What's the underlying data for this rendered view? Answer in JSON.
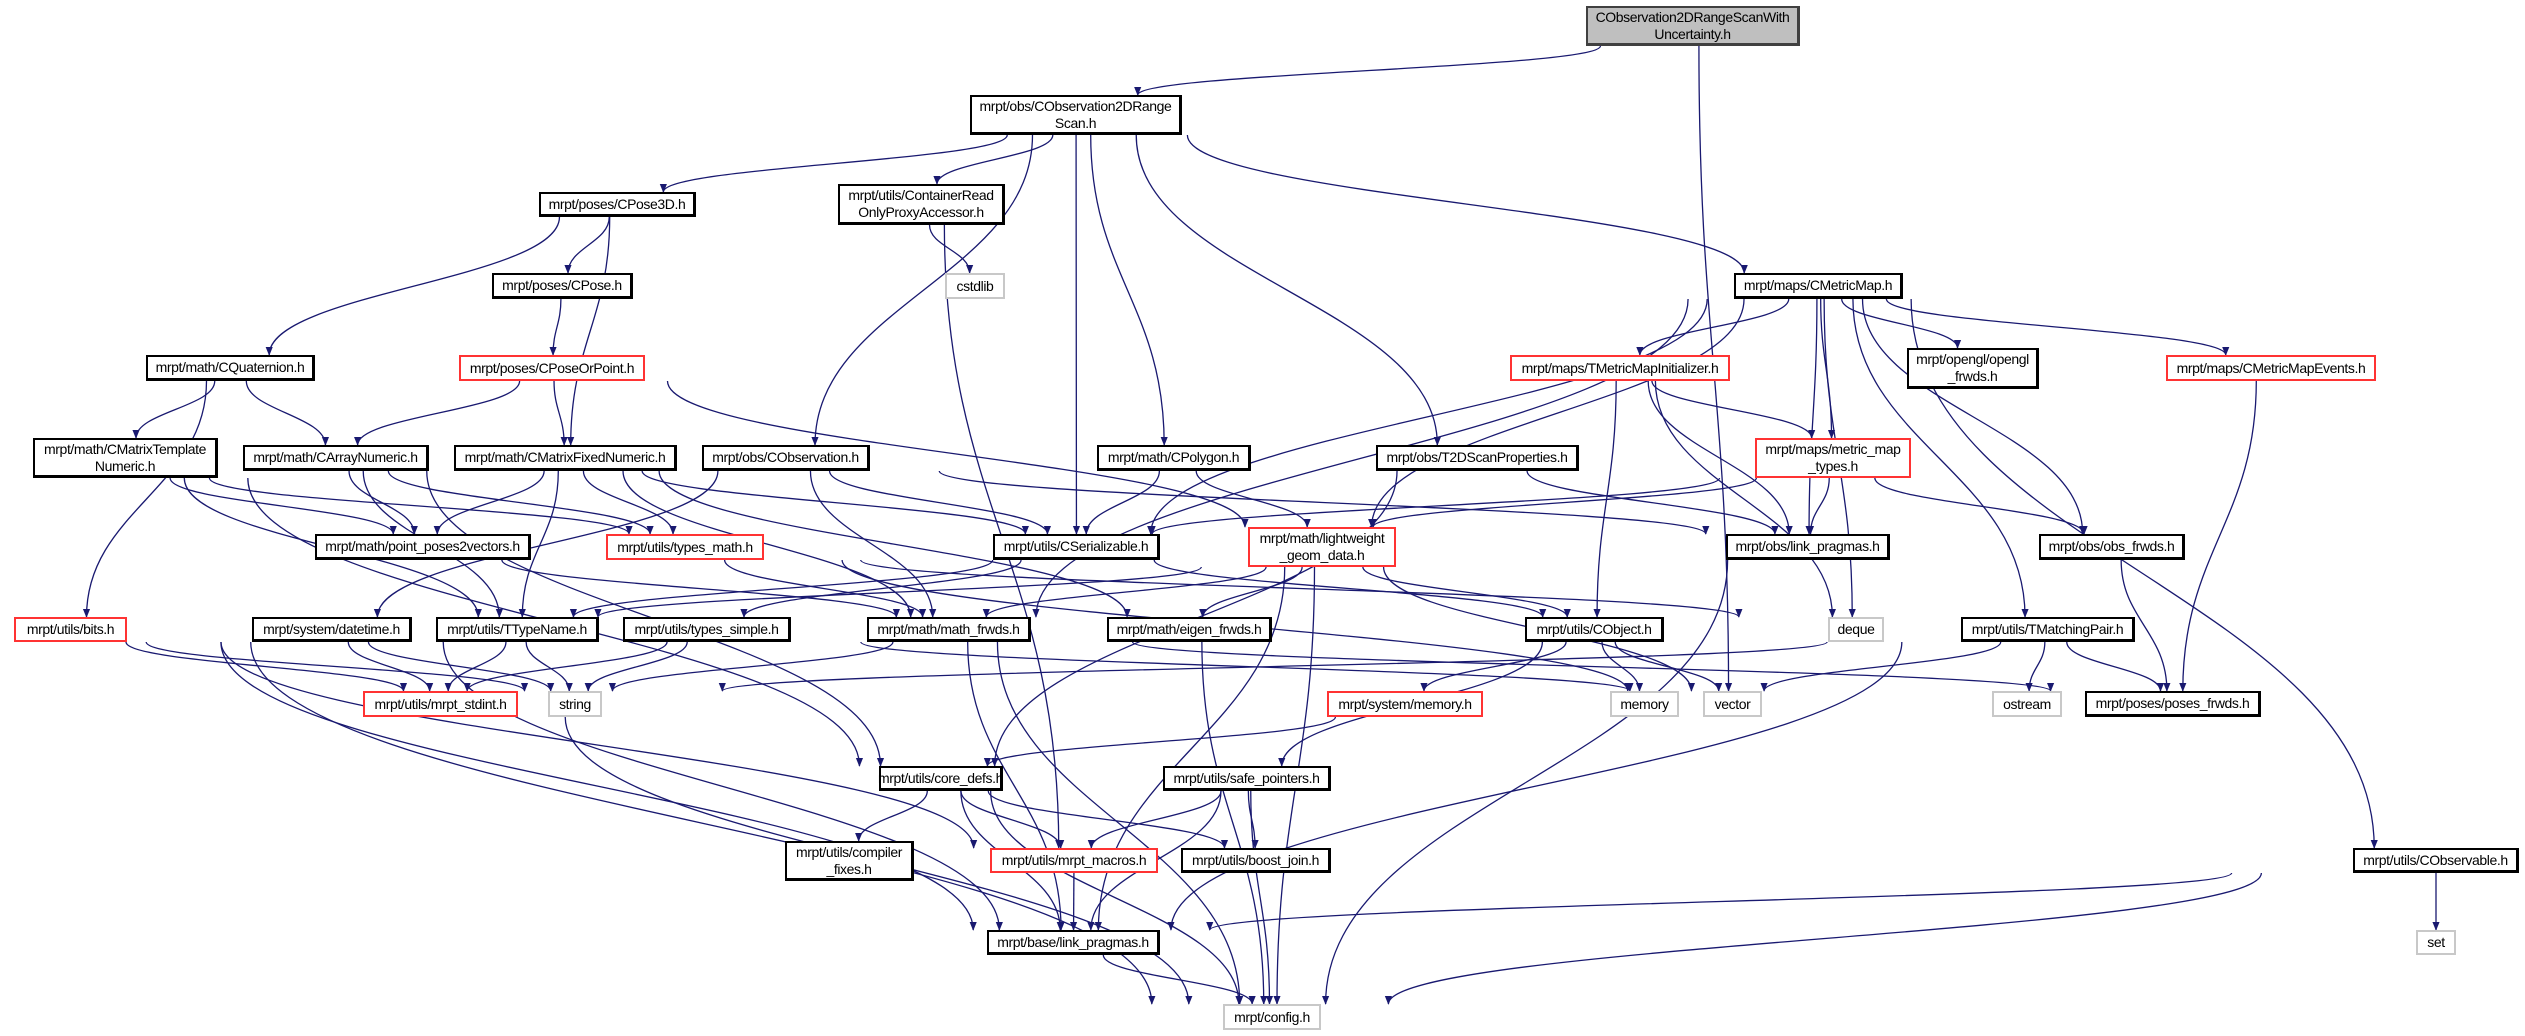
{
  "graph": {
    "title": "CObservation2DRangeScanWithUncertainty.h include dependency graph",
    "colors": {
      "edge": "#191970",
      "red_border": "#ff3333",
      "root_fill": "#bfbfbf",
      "system_border": "#c8c8c8"
    },
    "nodes": [
      {
        "id": "root",
        "label": "CObservation2DRangeScanWith\nUncertainty.h",
        "kind": "root"
      },
      {
        "id": "scan",
        "label": "mrpt/obs/CObservation2DRange\nScan.h",
        "kind": "normal"
      },
      {
        "id": "cpose3d",
        "label": "mrpt/poses/CPose3D.h",
        "kind": "normal"
      },
      {
        "id": "container",
        "label": "mrpt/utils/ContainerRead\nOnlyProxyAccessor.h",
        "kind": "normal"
      },
      {
        "id": "cstdlib",
        "label": "cstdlib",
        "kind": "system"
      },
      {
        "id": "cpose",
        "label": "mrpt/poses/CPose.h",
        "kind": "normal"
      },
      {
        "id": "cquat",
        "label": "mrpt/math/CQuaternion.h",
        "kind": "normal"
      },
      {
        "id": "cposeorpoint",
        "label": "mrpt/poses/CPoseOrPoint.h",
        "kind": "red"
      },
      {
        "id": "cmtn",
        "label": "mrpt/math/CMatrixTemplate\nNumeric.h",
        "kind": "normal"
      },
      {
        "id": "carray",
        "label": "mrpt/math/CArrayNumeric.h",
        "kind": "normal"
      },
      {
        "id": "cmfn",
        "label": "mrpt/math/CMatrixFixedNumeric.h",
        "kind": "normal"
      },
      {
        "id": "cobs",
        "label": "mrpt/obs/CObservation.h",
        "kind": "normal"
      },
      {
        "id": "cpolygon",
        "label": "mrpt/math/CPolygon.h",
        "kind": "normal"
      },
      {
        "id": "cmetricmap",
        "label": "mrpt/maps/CMetricMap.h",
        "kind": "normal"
      },
      {
        "id": "tmmi",
        "label": "mrpt/maps/TMetricMapInitializer.h",
        "kind": "red"
      },
      {
        "id": "opengl",
        "label": "mrpt/opengl/opengl\n_frwds.h",
        "kind": "normal"
      },
      {
        "id": "cmme",
        "label": "mrpt/maps/CMetricMapEvents.h",
        "kind": "red"
      },
      {
        "id": "t2d",
        "label": "mrpt/obs/T2DScanProperties.h",
        "kind": "normal"
      },
      {
        "id": "mmt",
        "label": "mrpt/maps/metric_map\n_types.h",
        "kind": "red"
      },
      {
        "id": "pp2v",
        "label": "mrpt/math/point_poses2vectors.h",
        "kind": "normal"
      },
      {
        "id": "typesmath",
        "label": "mrpt/utils/types_math.h",
        "kind": "red"
      },
      {
        "id": "cser",
        "label": "mrpt/utils/CSerializable.h",
        "kind": "normal"
      },
      {
        "id": "lwgd",
        "label": "mrpt/math/lightweight\n_geom_data.h",
        "kind": "red"
      },
      {
        "id": "obslp",
        "label": "mrpt/obs/link_pragmas.h",
        "kind": "normal"
      },
      {
        "id": "obsfrwds",
        "label": "mrpt/obs/obs_frwds.h",
        "kind": "normal"
      },
      {
        "id": "bits",
        "label": "mrpt/utils/bits.h",
        "kind": "red"
      },
      {
        "id": "datetime",
        "label": "mrpt/system/datetime.h",
        "kind": "normal"
      },
      {
        "id": "ttypename",
        "label": "mrpt/utils/TTypeName.h",
        "kind": "normal"
      },
      {
        "id": "typessimple",
        "label": "mrpt/utils/types_simple.h",
        "kind": "normal"
      },
      {
        "id": "mathfrwds",
        "label": "mrpt/math/math_frwds.h",
        "kind": "normal"
      },
      {
        "id": "eigenfrwds",
        "label": "mrpt/math/eigen_frwds.h",
        "kind": "normal"
      },
      {
        "id": "cobject",
        "label": "mrpt/utils/CObject.h",
        "kind": "normal"
      },
      {
        "id": "deque",
        "label": "deque",
        "kind": "system"
      },
      {
        "id": "tmatch",
        "label": "mrpt/utils/TMatchingPair.h",
        "kind": "normal"
      },
      {
        "id": "stdint",
        "label": "mrpt/utils/mrpt_stdint.h",
        "kind": "red"
      },
      {
        "id": "string",
        "label": "string",
        "kind": "system"
      },
      {
        "id": "memoryh",
        "label": "mrpt/system/memory.h",
        "kind": "red"
      },
      {
        "id": "memory",
        "label": "memory",
        "kind": "system"
      },
      {
        "id": "vector",
        "label": "vector",
        "kind": "system"
      },
      {
        "id": "ostream",
        "label": "ostream",
        "kind": "system"
      },
      {
        "id": "posesfrwds",
        "label": "mrpt/poses/poses_frwds.h",
        "kind": "normal"
      },
      {
        "id": "coredefs",
        "label": "mrpt/utils/core_defs.h",
        "kind": "normal"
      },
      {
        "id": "safeptr",
        "label": "mrpt/utils/safe_pointers.h",
        "kind": "normal"
      },
      {
        "id": "compfix",
        "label": "mrpt/utils/compiler\n_fixes.h",
        "kind": "normal"
      },
      {
        "id": "macros",
        "label": "mrpt/utils/mrpt_macros.h",
        "kind": "red"
      },
      {
        "id": "boostjoin",
        "label": "mrpt/utils/boost_join.h",
        "kind": "normal"
      },
      {
        "id": "cobservable",
        "label": "mrpt/utils/CObservable.h",
        "kind": "normal"
      },
      {
        "id": "baselp",
        "label": "mrpt/base/link_pragmas.h",
        "kind": "normal"
      },
      {
        "id": "set",
        "label": "set",
        "kind": "system"
      },
      {
        "id": "config",
        "label": "mrpt/config.h",
        "kind": "system"
      }
    ],
    "edges": [
      [
        "root",
        "scan"
      ],
      [
        "root",
        "vector"
      ],
      [
        "scan",
        "cpose3d"
      ],
      [
        "scan",
        "container"
      ],
      [
        "scan",
        "cobs"
      ],
      [
        "scan",
        "cser"
      ],
      [
        "scan",
        "cpolygon"
      ],
      [
        "scan",
        "t2d"
      ],
      [
        "scan",
        "cmetricmap"
      ],
      [
        "cpose3d",
        "cquat"
      ],
      [
        "cpose3d",
        "cpose"
      ],
      [
        "cpose3d",
        "cmfn"
      ],
      [
        "container",
        "cstdlib"
      ],
      [
        "container",
        "macros"
      ],
      [
        "cpose",
        "cposeorpoint"
      ],
      [
        "cposeorpoint",
        "carray"
      ],
      [
        "cposeorpoint",
        "cmfn"
      ],
      [
        "cposeorpoint",
        "lwgd"
      ],
      [
        "cquat",
        "cmtn"
      ],
      [
        "cquat",
        "carray"
      ],
      [
        "cquat",
        "bits"
      ],
      [
        "cmtn",
        "pp2v"
      ],
      [
        "cmtn",
        "typesmath"
      ],
      [
        "cmtn",
        "ttypename"
      ],
      [
        "cmtn",
        "coredefs"
      ],
      [
        "carray",
        "pp2v"
      ],
      [
        "carray",
        "typesmath"
      ],
      [
        "carray",
        "ttypename"
      ],
      [
        "carray",
        "coredefs"
      ],
      [
        "cmfn",
        "pp2v"
      ],
      [
        "cmfn",
        "typesmath"
      ],
      [
        "cmfn",
        "mathfrwds"
      ],
      [
        "cmfn",
        "cser"
      ],
      [
        "cmfn",
        "eigenfrwds"
      ],
      [
        "cmfn",
        "ttypename"
      ],
      [
        "cobs",
        "cser"
      ],
      [
        "cobs",
        "mathfrwds"
      ],
      [
        "cobs",
        "datetime"
      ],
      [
        "cobs",
        "obslp"
      ],
      [
        "cpolygon",
        "cser"
      ],
      [
        "cpolygon",
        "lwgd"
      ],
      [
        "t2d",
        "obslp"
      ],
      [
        "t2d",
        "coredefs"
      ],
      [
        "cmetricmap",
        "tmmi"
      ],
      [
        "cmetricmap",
        "opengl"
      ],
      [
        "cmetricmap",
        "cmme"
      ],
      [
        "cmetricmap",
        "mmt"
      ],
      [
        "cmetricmap",
        "cser"
      ],
      [
        "cmetricmap",
        "lwgd"
      ],
      [
        "cmetricmap",
        "mathfrwds"
      ],
      [
        "cmetricmap",
        "obslp"
      ],
      [
        "cmetricmap",
        "obsfrwds"
      ],
      [
        "cmetricmap",
        "deque"
      ],
      [
        "cmetricmap",
        "tmatch"
      ],
      [
        "cmetricmap",
        "cobservable"
      ],
      [
        "tmmi",
        "mmt"
      ],
      [
        "tmmi",
        "cobject"
      ],
      [
        "tmmi",
        "obslp"
      ],
      [
        "tmmi",
        "deque"
      ],
      [
        "cmme",
        "posesfrwds"
      ],
      [
        "mmt",
        "cser"
      ],
      [
        "mmt",
        "lwgd"
      ],
      [
        "mmt",
        "obslp"
      ],
      [
        "mmt",
        "obsfrwds"
      ],
      [
        "pp2v",
        "mathfrwds"
      ],
      [
        "typesmath",
        "mathfrwds"
      ],
      [
        "typesmath",
        "deque"
      ],
      [
        "typesmath",
        "vector"
      ],
      [
        "cser",
        "ttypename"
      ],
      [
        "cser",
        "typessimple"
      ],
      [
        "cser",
        "cobject"
      ],
      [
        "lwgd",
        "ttypename"
      ],
      [
        "lwgd",
        "mathfrwds"
      ],
      [
        "lwgd",
        "eigenfrwds"
      ],
      [
        "lwgd",
        "cobject"
      ],
      [
        "lwgd",
        "vector"
      ],
      [
        "lwgd",
        "baselp"
      ],
      [
        "lwgd",
        "config"
      ],
      [
        "bits",
        "string"
      ],
      [
        "bits",
        "stdint"
      ],
      [
        "bits",
        "macros"
      ],
      [
        "bits",
        "baselp"
      ],
      [
        "bits",
        "config"
      ],
      [
        "datetime",
        "stdint"
      ],
      [
        "datetime",
        "string"
      ],
      [
        "datetime",
        "baselp"
      ],
      [
        "ttypename",
        "stdint"
      ],
      [
        "ttypename",
        "string"
      ],
      [
        "typessimple",
        "stdint"
      ],
      [
        "typessimple",
        "string"
      ],
      [
        "typessimple",
        "vector"
      ],
      [
        "mathfrwds",
        "string"
      ],
      [
        "mathfrwds",
        "config"
      ],
      [
        "mathfrwds",
        "baselp"
      ],
      [
        "mathfrwds",
        "posesfrwds"
      ],
      [
        "eigenfrwds",
        "config"
      ],
      [
        "stdint",
        "config"
      ],
      [
        "cobject",
        "memoryh"
      ],
      [
        "cobject",
        "memory"
      ],
      [
        "cobject",
        "vector"
      ],
      [
        "cobject",
        "safeptr"
      ],
      [
        "memoryh",
        "coredefs"
      ],
      [
        "tmatch",
        "string"
      ],
      [
        "tmatch",
        "vector"
      ],
      [
        "tmatch",
        "ostream"
      ],
      [
        "tmatch",
        "posesfrwds"
      ],
      [
        "tmatch",
        "baselp"
      ],
      [
        "obslp",
        "config"
      ],
      [
        "obsfrwds",
        "posesfrwds"
      ],
      [
        "coredefs",
        "compfix"
      ],
      [
        "coredefs",
        "macros"
      ],
      [
        "coredefs",
        "boostjoin"
      ],
      [
        "coredefs",
        "baselp"
      ],
      [
        "coredefs",
        "config"
      ],
      [
        "safeptr",
        "macros"
      ],
      [
        "safeptr",
        "boostjoin"
      ],
      [
        "safeptr",
        "config"
      ],
      [
        "safeptr",
        "baselp"
      ],
      [
        "macros",
        "baselp"
      ],
      [
        "baselp",
        "config"
      ],
      [
        "cobservable",
        "baselp"
      ],
      [
        "cobservable",
        "set"
      ],
      [
        "cobservable",
        "config"
      ]
    ]
  }
}
